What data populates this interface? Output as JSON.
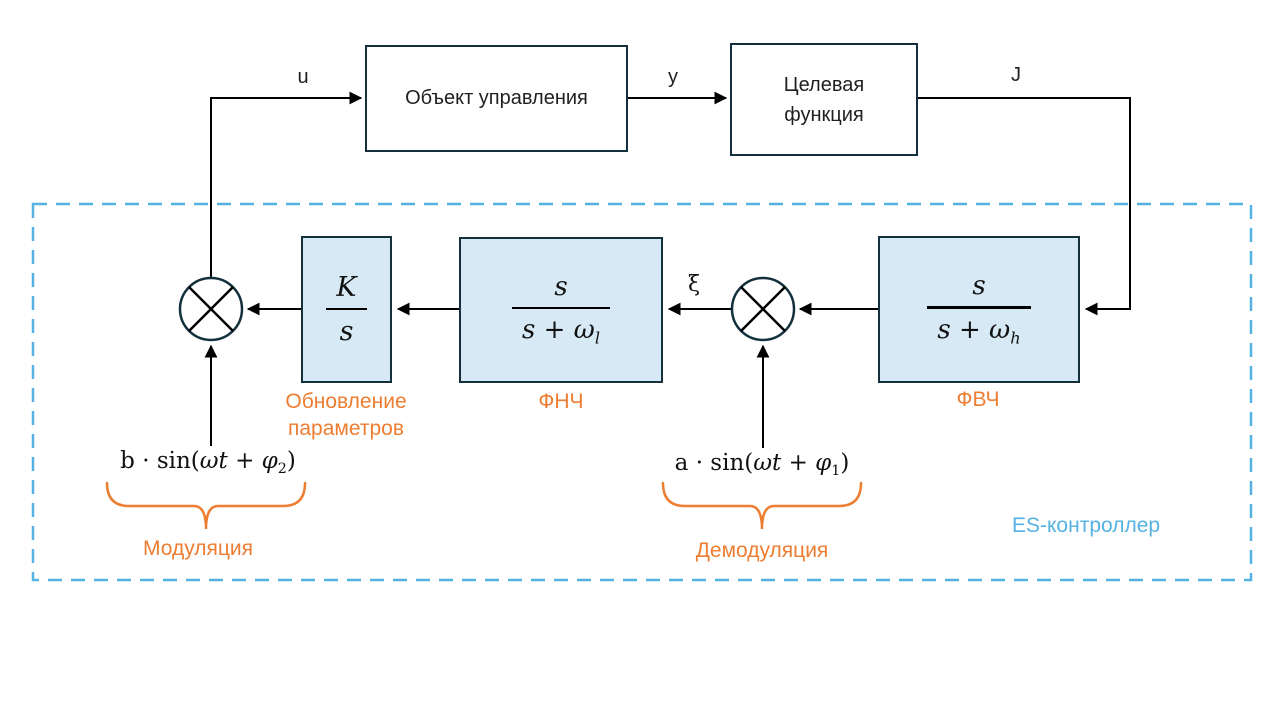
{
  "top": {
    "plant_label": "Объект управления",
    "objective": {
      "line1": "Целевая",
      "line2": "функция"
    }
  },
  "signals": {
    "u": "u",
    "y": "y",
    "J": "J",
    "xi": "ξ"
  },
  "controller": {
    "label": "ES-контроллер",
    "integrator": {
      "num": "K",
      "den": "s"
    },
    "integrator_caption": {
      "line1": "Обновление",
      "line2": "параметров"
    },
    "lpf": {
      "num": "s",
      "den_s": "s",
      "den_plus": " + ",
      "den_omega": "ω",
      "den_sub": "l",
      "caption": "ФНЧ"
    },
    "hpf": {
      "num": "s",
      "den_s": "s",
      "den_plus": " + ",
      "den_omega": "ω",
      "den_sub": "h",
      "caption": "ФВЧ"
    },
    "modulation": {
      "pre": "b · sin(",
      "var1": "ωt",
      "mid": " + ",
      "var2": "φ",
      "sub": "2",
      "post": ")",
      "caption": "Модуляция"
    },
    "demodulation": {
      "pre": "a · sin(",
      "var1": "ωt",
      "mid": " + ",
      "var2": "φ",
      "sub": "1",
      "post": ")",
      "caption": "Демодуляция"
    }
  },
  "colors": {
    "block_border": "#14303d",
    "block_fill": "#d6e9f5",
    "accent_orange": "#ed7d31",
    "accent_blue": "#56b2e3",
    "wire": "#000000"
  }
}
